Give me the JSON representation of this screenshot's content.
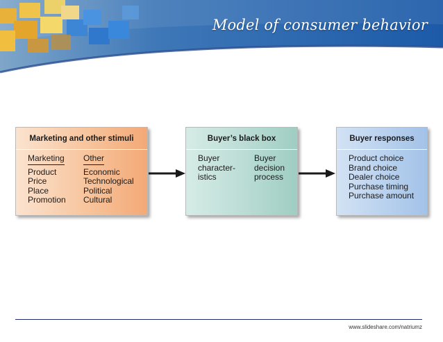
{
  "header": {
    "title": "Model of consumer behavior"
  },
  "diagram": {
    "stimuli": {
      "title": "Marketing and other stimuli",
      "marketing": {
        "heading": "Marketing",
        "items": [
          "Product",
          "Price",
          "Place",
          "Promotion"
        ]
      },
      "other": {
        "heading": "Other",
        "items": [
          "Economic",
          "Technological",
          "Political",
          "Cultural"
        ]
      }
    },
    "black_box": {
      "title": "Buyer’s black box",
      "left_lines": [
        "Buyer",
        "character-",
        "istics"
      ],
      "right_lines": [
        "Buyer",
        "decision",
        "process"
      ]
    },
    "responses": {
      "title": "Buyer responses",
      "items": [
        "Product choice",
        "Brand choice",
        "Dealer choice",
        "Purchase timing",
        "Purchase amount"
      ]
    }
  },
  "footer": {
    "credit": "www.slideshare.com/natriumz"
  },
  "colors": {
    "stimuli_fill": "#f7c49c",
    "black_box_fill": "#b9dcd4",
    "responses_fill": "#b8d1ee",
    "banner_blue": "#1d5fae",
    "footer_line": "#1f2b6e"
  }
}
